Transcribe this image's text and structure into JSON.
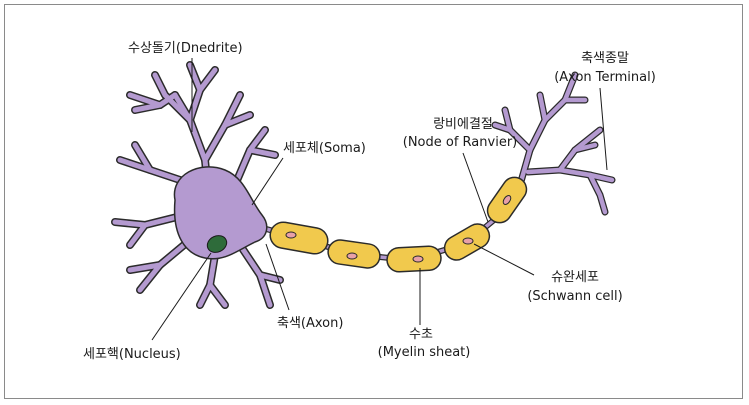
{
  "colors": {
    "neuron_fill": "#b49ad0",
    "neuron_stroke": "#2b2b2b",
    "nucleus": "#2e6b3a",
    "myelin_fill": "#f1c94d",
    "myelin_core": "#e8a0a8",
    "border": "#8a8a8a"
  },
  "labels": {
    "dendrite": "수상돌기(Dnedrite)",
    "soma": "세포체(Soma)",
    "node_ko": "랑비에결절",
    "node_en": "(Node of Ranvier)",
    "terminal_ko": "축색종말",
    "terminal_en": "(Axon Terminal)",
    "schwann_ko": "슈완세포",
    "schwann_en": "(Schwann cell)",
    "axon": "축색(Axon)",
    "myelin_ko": "수초",
    "myelin_en": "(Myelin sheat)",
    "nucleus": "세포핵(Nucleus)"
  }
}
